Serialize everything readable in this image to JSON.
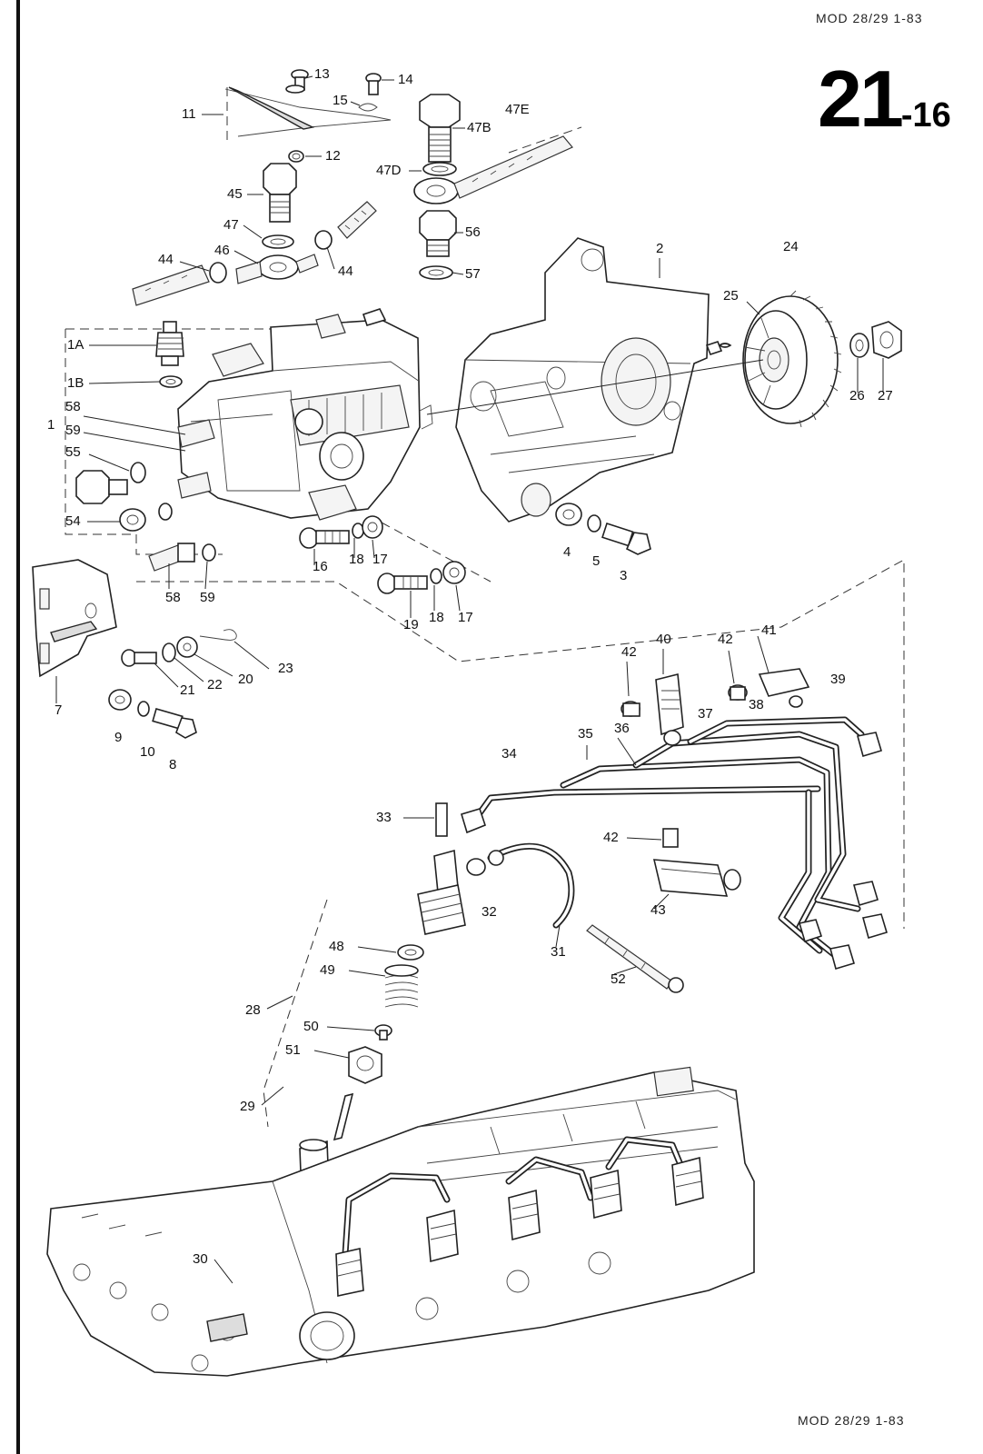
{
  "header": {
    "top_code": "MOD 28/29   1-83",
    "bottom_code": "MOD 28/29   1-83"
  },
  "plate": {
    "group": "21",
    "sheet": "-16"
  },
  "callouts": [
    "13",
    "14",
    "11",
    "15",
    "47B",
    "47E",
    "12",
    "47D",
    "45",
    "47",
    "56",
    "46",
    "44",
    "44b",
    "57",
    "2",
    "24",
    "25",
    "1A",
    "1B",
    "58",
    "59",
    "55",
    "26",
    "27",
    "54",
    "16",
    "18",
    "17",
    "4",
    "5",
    "3",
    "58b",
    "59b",
    "19",
    "18b",
    "17b",
    "23",
    "21",
    "22",
    "20",
    "7",
    "9",
    "10",
    "8",
    "40",
    "41",
    "42",
    "42b",
    "39",
    "38",
    "37",
    "36",
    "35",
    "34",
    "33",
    "42c",
    "32",
    "43",
    "48",
    "31",
    "52",
    "49",
    "28",
    "50",
    "51",
    "29",
    "30",
    "1"
  ],
  "labels": {
    "13": "13",
    "14": "14",
    "11": "11",
    "15": "15",
    "47B": "47B",
    "47E": "47E",
    "12": "12",
    "47D": "47D",
    "45": "45",
    "47": "47",
    "56": "56",
    "46": "46",
    "44": "44",
    "44b": "44",
    "57": "57",
    "2": "2",
    "24": "24",
    "25": "25",
    "1A": "1A",
    "1B": "1B",
    "58": "58",
    "59": "59",
    "55": "55",
    "26": "26",
    "27": "27",
    "54": "54",
    "16": "16",
    "18": "18",
    "17": "17",
    "4": "4",
    "5": "5",
    "3": "3",
    "58b": "58",
    "59b": "59",
    "19": "19",
    "18b": "18",
    "17b": "17",
    "23": "23",
    "21": "21",
    "22": "22",
    "20": "20",
    "7": "7",
    "9": "9",
    "10": "10",
    "8": "8",
    "40": "40",
    "41": "41",
    "42": "42",
    "42b": "42",
    "39": "39",
    "38": "38",
    "37": "37",
    "36": "36",
    "35": "35",
    "34": "34",
    "33": "33",
    "42c": "42",
    "32": "32",
    "43": "43",
    "48": "48",
    "31": "31",
    "52": "52",
    "49": "49",
    "28": "28",
    "50": "50",
    "51": "51",
    "29": "29",
    "30": "30",
    "1": "1"
  }
}
